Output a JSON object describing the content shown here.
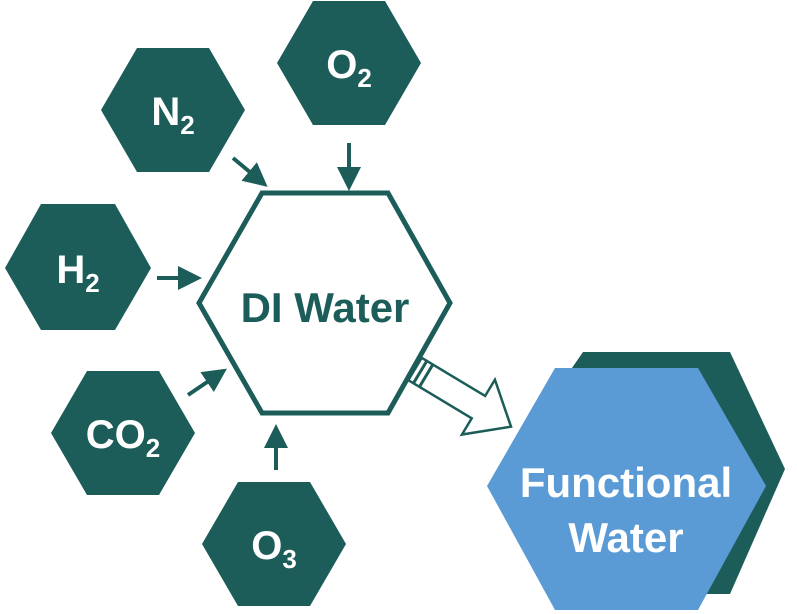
{
  "colors": {
    "gas_fill": "#1c5d59",
    "center_stroke": "#1c5d59",
    "functional_fill": "#5b9bd5",
    "functional_shadow": "#1c5d59",
    "arrow": "#1c5d59",
    "label_light": "#ffffff",
    "label_dark": "#1c5d59"
  },
  "center": {
    "label": "DI Water"
  },
  "gases": [
    {
      "id": "o2",
      "base": "O",
      "sub": "2"
    },
    {
      "id": "n2",
      "base": "N",
      "sub": "2"
    },
    {
      "id": "h2",
      "base": "H",
      "sub": "2"
    },
    {
      "id": "co2",
      "base": "CO",
      "sub": "2"
    },
    {
      "id": "o3",
      "base": "O",
      "sub": "3"
    }
  ],
  "output": {
    "line1": "Functional",
    "line2": "Water"
  }
}
